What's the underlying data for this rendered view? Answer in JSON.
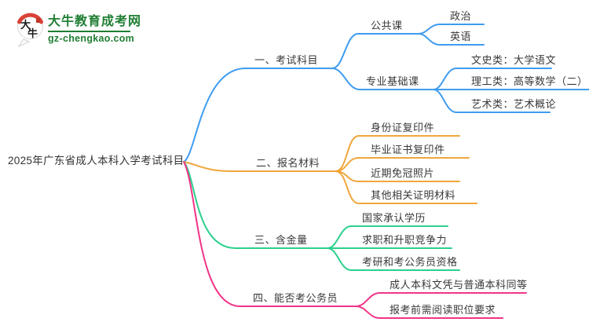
{
  "logo": {
    "icon_chars": "大牛",
    "site_name": "大牛教育成考网",
    "site_url": "gz-chengkao.com",
    "brand_green": "#1F7E33",
    "brand_red": "#D84237"
  },
  "central": {
    "label": "2025年广东省成人本科入学考试科目"
  },
  "branches": [
    {
      "label": "一、考试科目",
      "color": "#3F9CF0",
      "children": [
        {
          "label": "公共课",
          "children": [
            {
              "label": "政治"
            },
            {
              "label": "英语"
            }
          ]
        },
        {
          "label": "专业基础课",
          "children": [
            {
              "label": "文史类：大学语文"
            },
            {
              "label": "理工类：高等数学（二）"
            },
            {
              "label": "艺术类：艺术概论"
            }
          ]
        }
      ]
    },
    {
      "label": "二、报名材料",
      "color": "#F0A63C",
      "children": [
        {
          "label": "身份证复印件"
        },
        {
          "label": "毕业证书复印件"
        },
        {
          "label": "近期免冠照片"
        },
        {
          "label": "其他相关证明材料"
        }
      ]
    },
    {
      "label": "三、含金量",
      "color": "#2BD08C",
      "children": [
        {
          "label": "国家承认学历"
        },
        {
          "label": "求职和升职竞争力"
        },
        {
          "label": "考研和考公务员资格"
        }
      ]
    },
    {
      "label": "四、能否考公务员",
      "color": "#F23487",
      "children": [
        {
          "label": "成人本科文凭与普通本科同等"
        },
        {
          "label": "报考前需阅读职位要求"
        }
      ]
    }
  ]
}
